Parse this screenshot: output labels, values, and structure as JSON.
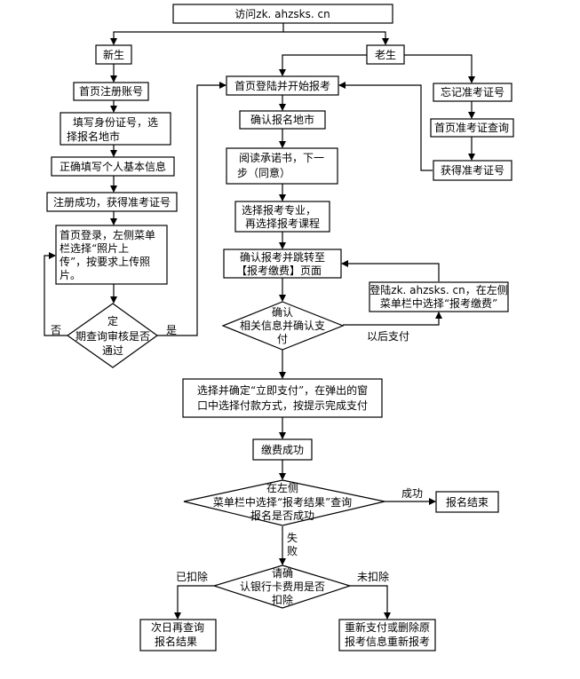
{
  "flowchart": {
    "visit": "访问zk. ahzsks. cn",
    "new_student": "新生",
    "old_student": "老生",
    "register_account": "首页注册账号",
    "fill_id_line1": "填写身份证号，选",
    "fill_id_line2": "择报名地市",
    "fill_info": "正确填写个人基本信息",
    "register_success": "注册成功，获得准考证号",
    "upload_line1": "首页登录，左侧菜单",
    "upload_line2": "栏选择“照片上",
    "upload_line3": "传”，按要求上传照",
    "upload_line4": "片。",
    "review_line1": "定",
    "review_line2": "期查询审核是否",
    "review_line3": "通过",
    "no": "否",
    "yes": "是",
    "login_start": "首页登陆并开始报考",
    "forgot_id": "忘记准考证号",
    "query_id": "首页准考证查询",
    "get_id": "获得准考证号",
    "confirm_city": "确认报名地市",
    "promise_line1": "阅读承诺书，下一",
    "promise_line2": "步（同意）",
    "choose_line1": "选择报考专业，",
    "choose_line2": "再选择报考课程",
    "jump_line1": "确认报考并跳转至",
    "jump_line2": "【报考缴费】页面",
    "later_login_line1": "登陆zk. ahzsks. cn，在左侧",
    "later_login_line2": "菜单栏中选择“报考缴费”",
    "confirm_pay_line1": "确认",
    "confirm_pay_line2": "相关信息并确认支",
    "confirm_pay_line3": "付",
    "pay_later": "以后支付",
    "pay_now_line1": "选择并确定“立即支付”，在弹出的窗",
    "pay_now_line2": "口中选择付款方式，按提示完成支付",
    "pay_success": "缴费成功",
    "result_line1": "在左侧",
    "result_line2": "菜单栏中选择“报考结果”查询",
    "result_line3": "报名是否成功",
    "success": "成功",
    "done": "报名结束",
    "fail_line1": "失",
    "fail_line2": "败",
    "bank_line1": "请确",
    "bank_line2": "认银行卡费用是否",
    "bank_line3": "扣除",
    "deducted": "已扣除",
    "not_deducted": "未扣除",
    "next_day_line1": "次日再查询",
    "next_day_line2": "报名结果",
    "redo_line1": "重新支付或删除原",
    "redo_line2": "报考信息重新报考"
  }
}
